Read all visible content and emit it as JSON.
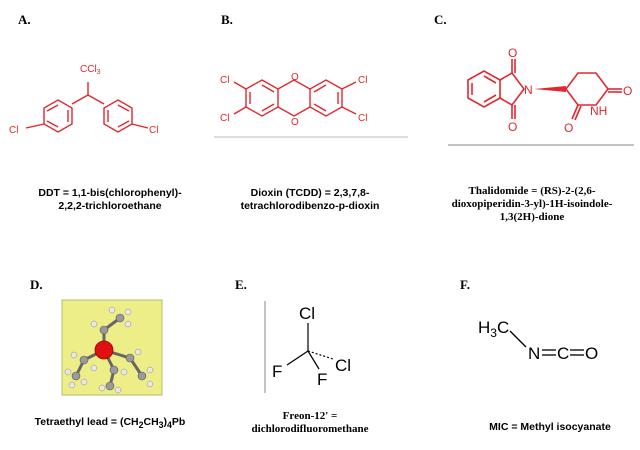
{
  "panels": {
    "a": {
      "letter": "A.",
      "atoms": {
        "ccl3": "CCl",
        "ccl3_sub": "3",
        "cl_left": "Cl",
        "cl_right": "Cl"
      },
      "caption_line1": "DDT = 1,1-bis(chlorophenyl)-",
      "caption_line2": "2,2,2-trichloroethane"
    },
    "b": {
      "letter": "B.",
      "atoms": {
        "cl_tl": "Cl",
        "cl_bl": "Cl",
        "cl_tr": "Cl",
        "cl_br": "Cl",
        "o_top": "O",
        "o_bottom": "O"
      },
      "caption_line1": "Dioxin (TCDD) = 2,3,7,8-",
      "caption_line2": "tetrachlorodibenzo-p-dioxin"
    },
    "c": {
      "letter": "C.",
      "atoms": {
        "o_top": "O",
        "o_bottom": "O",
        "n": "N",
        "o_right": "O",
        "nh": "NH",
        "o_lower": "O"
      },
      "caption_line1": "Thalidomide = (RS)-2-(2,6-",
      "caption_line2": "dioxopiperidin-3-yl)-1H-isoindole-",
      "caption_line3": "1,3(2H)-dione"
    },
    "d": {
      "letter": "D.",
      "caption_main": "Tetraethyl lead = (CH",
      "caption_sub1": "2",
      "caption_mid": "CH",
      "caption_sub2": "3",
      "caption_end": ")",
      "caption_sub3": "4",
      "caption_pb": "Pb"
    },
    "e": {
      "letter": "E.",
      "atoms": {
        "cl_top": "Cl",
        "cl_right": "Cl",
        "f_left": "F",
        "f_right": "F"
      },
      "caption_line1": "Freon-12' =",
      "caption_line2": "dichlorodifluoromethane"
    },
    "f": {
      "letter": "F.",
      "atoms": {
        "h3c_h": "H",
        "h3c_3": "3",
        "h3c_c": "C",
        "n": "N",
        "c": "C",
        "o": "O"
      },
      "caption": "MIC = Methyl isocyanate"
    }
  },
  "colors": {
    "molecule_red": "#e0282e",
    "ball_stick_bg": "#eeee88",
    "lead_atom": "#e01010",
    "carbon_atoms": "#9a9a9a",
    "hydrogen_atoms": "#e8e8e8"
  }
}
